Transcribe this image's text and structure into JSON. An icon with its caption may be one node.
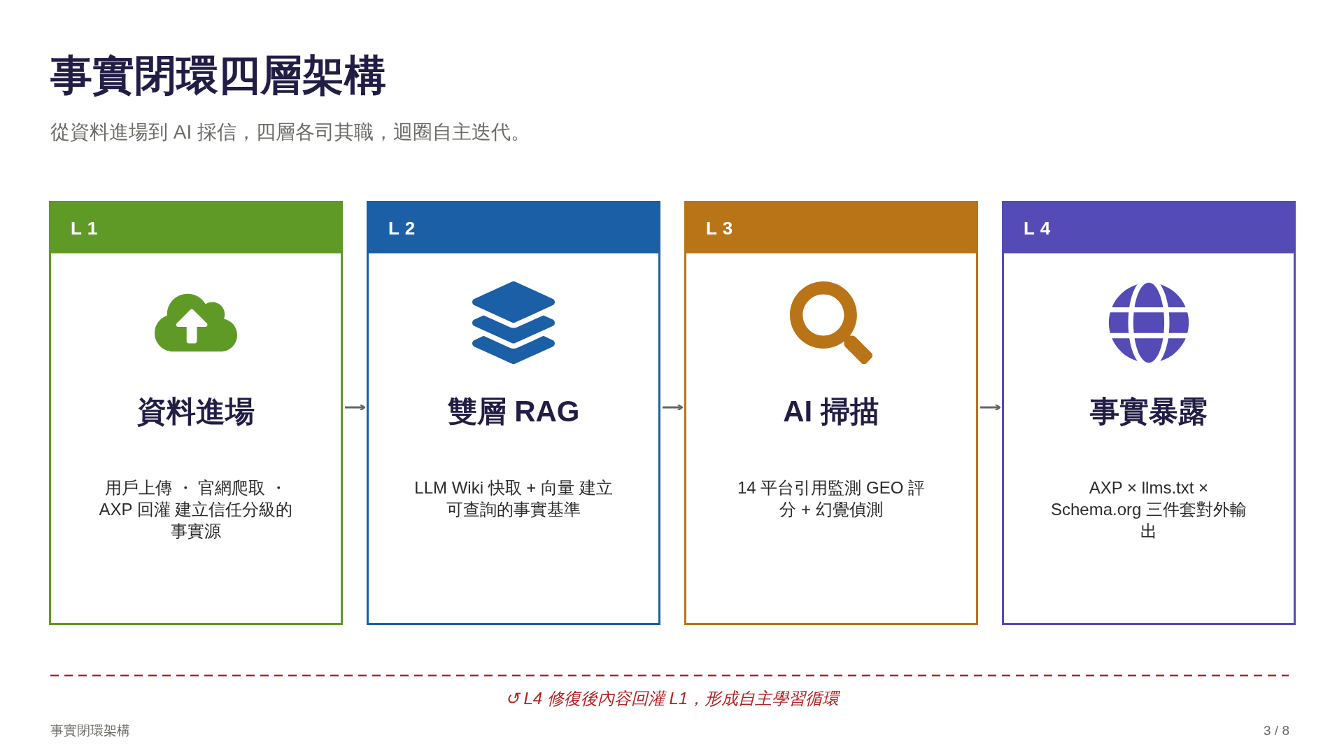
{
  "diagram": {
    "title": "事實閉環四層架構",
    "nodes": [
      {
        "text": [
          "L1",
          "資料進場",
          "用戶上傳 ・ 官網爬取 ・ AXP 回灌 建立信任分級的事實源"
        ]
      },
      {
        "text": [
          "L2",
          "雙層 RAG",
          "LLM Wiki 快取 + 向量 建立可查詢的事實基準"
        ]
      },
      {
        "text": [
          "L3",
          "AI 掃描",
          "14 平台引用監測 GEO 評分 + 幻覺偵測"
        ]
      },
      {
        "text": [
          "L4",
          "事實暴露",
          "AXP × llms.txt × Schema.org 三件套對外輸出"
        ]
      }
    ],
    "edges": [
      {
        "from": 0,
        "to": 1,
        "arrow": "to"
      },
      {
        "from": 1,
        "to": 2,
        "arrow": "to"
      },
      {
        "from": 2,
        "to": 3,
        "arrow": "to"
      }
    ],
    "labels": [
      "從資料進場到 AI 採信，四層各司其職，迴圈自主迭代。",
      "↺ L4 修復後內容回灌 L1，形成自主學習循環",
      "事實閉環架構",
      "3 / 8"
    ]
  }
}
